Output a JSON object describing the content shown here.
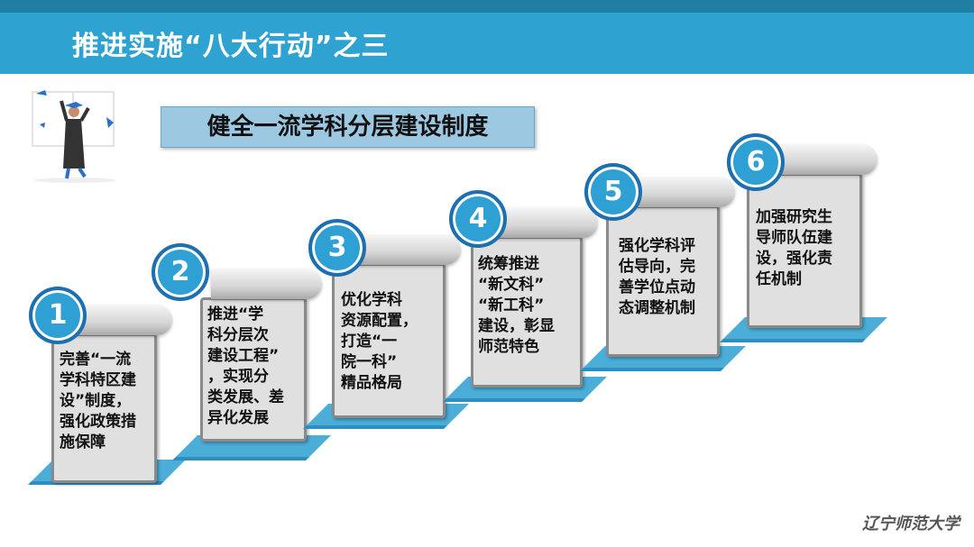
{
  "header": {
    "title": "推进实施“八大行动”之三"
  },
  "subtitle": "健全一流学科分层建设制度",
  "steps": [
    {
      "number": "1",
      "text": "完善“一流\n学科特区建\n设”制度，\n强化政策措\n施保障"
    },
    {
      "number": "2",
      "text": "推进“学\n科分层次\n建设工程”\n，实现分\n类发展、差\n异化发展"
    },
    {
      "number": "3",
      "text": "优化学科\n资源配置，\n打造“一\n院一科”\n精品格局"
    },
    {
      "number": "4",
      "text": "统筹推进\n“新文科”\n“新工科”\n建设，彰显\n师范特色"
    },
    {
      "number": "5",
      "text": "强化学科评\n估导向，完\n善学位点动\n态调整机制"
    },
    {
      "number": "6",
      "text": "加强研究生\n导师队伍建\n设，强化责\n任机制"
    }
  ],
  "logo": "辽宁师范大学",
  "colors": {
    "header": "#2ea3d2",
    "topbar": "#217ea3",
    "accent": "#1d6fb0"
  }
}
